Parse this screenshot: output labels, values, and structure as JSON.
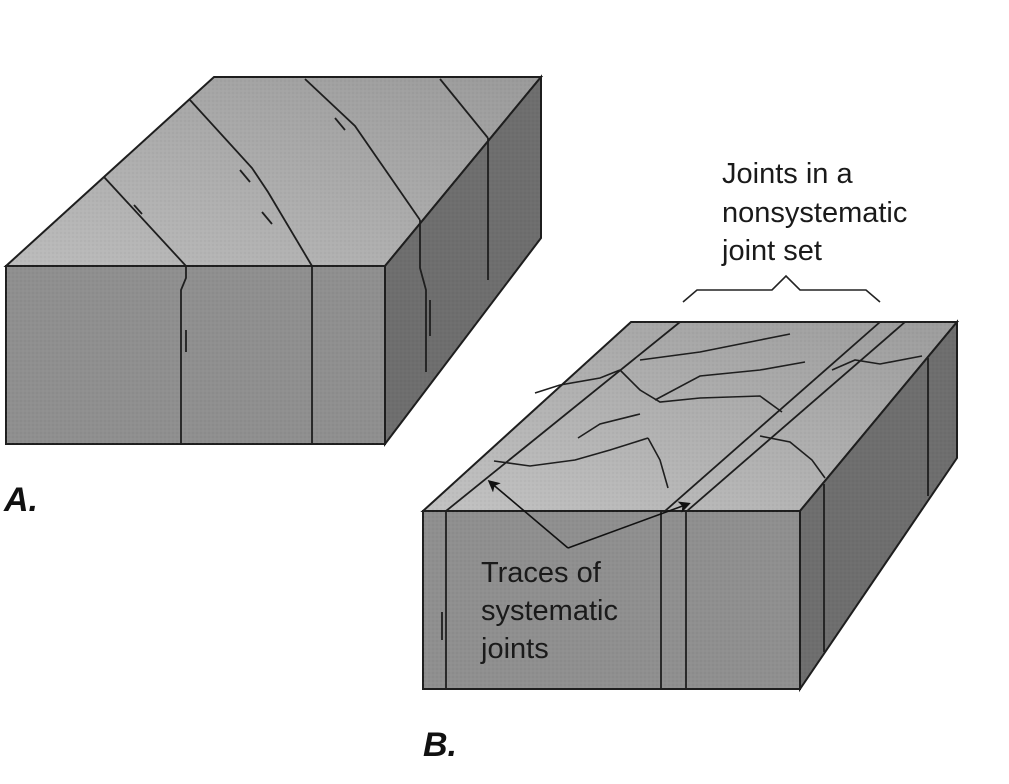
{
  "figure": {
    "panel_a": {
      "label": "A."
    },
    "panel_b": {
      "label": "B."
    },
    "callout_nonsystematic": {
      "lines": [
        "Joints in a",
        "nonsystematic",
        "joint set"
      ]
    },
    "callout_systematic": {
      "lines": [
        "Traces of",
        "systematic",
        "joints"
      ]
    }
  },
  "colors": {
    "top_face": "#a9a9a9",
    "front_face": "#8e8e8e",
    "side_face": "#6f6f6f",
    "outline": "#1e1e1e"
  }
}
